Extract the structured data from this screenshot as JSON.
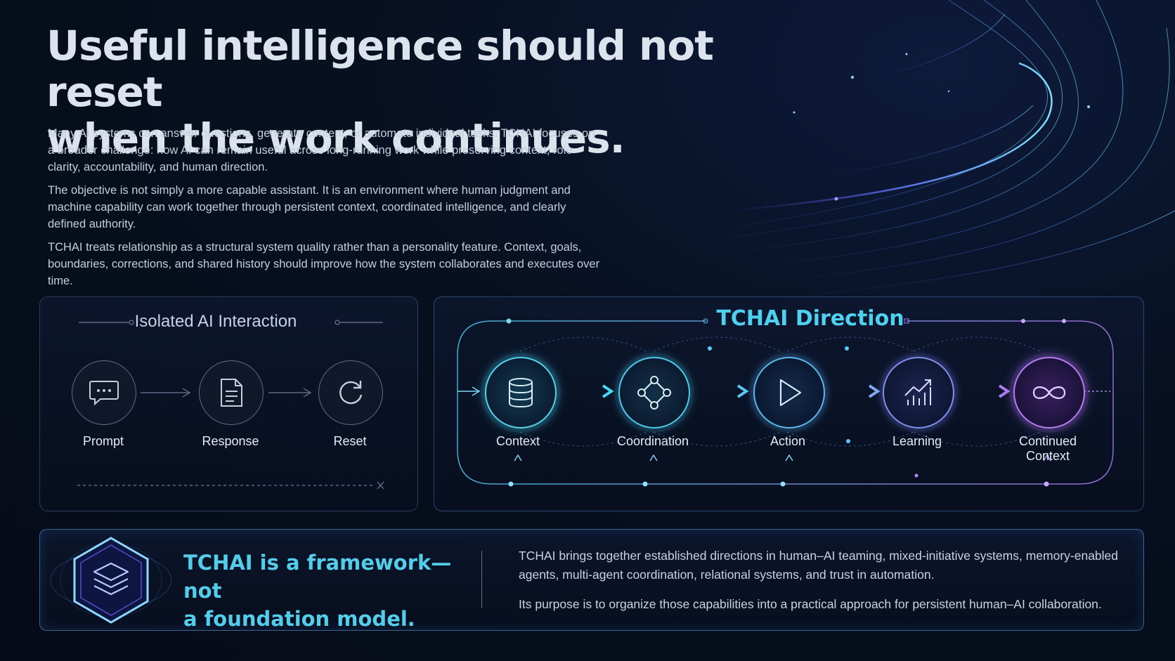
{
  "headline": {
    "line1": "Useful intelligence should not reset",
    "line2": "when the work continues."
  },
  "intro": {
    "paragraphs": [
      "Many AI systems can answer questions, generate content, or automate individual tasks. TCHAI focuses on a broader challenge: how AI can remain useful across long-running work while preserving context, role clarity, accountability, and human direction.",
      "The objective is not simply a more capable assistant. It is an environment where human judgment and machine capability can work together through persistent context, coordinated intelligence, and clearly defined authority.",
      "TCHAI treats relationship as a structural system quality rather than a personality feature. Context, goals, boundaries, corrections, and shared history should improve how the system collaborates and executes over time."
    ]
  },
  "isolated": {
    "title": "Isolated AI Interaction",
    "steps": [
      {
        "label": "Prompt",
        "icon": "chat-bubble-icon"
      },
      {
        "label": "Response",
        "icon": "document-icon"
      },
      {
        "label": "Reset",
        "icon": "refresh-icon"
      }
    ]
  },
  "tchai": {
    "title": "TCHAI Direction",
    "steps": [
      {
        "label": "Context",
        "icon": "database-icon"
      },
      {
        "label": "Coordination",
        "icon": "network-nodes-icon"
      },
      {
        "label": "Action",
        "icon": "play-icon"
      },
      {
        "label": "Learning",
        "icon": "trend-chart-icon"
      },
      {
        "label_line1": "Continued",
        "label_line2": "Context",
        "icon": "infinity-icon"
      }
    ]
  },
  "framework": {
    "heading_line1": "TCHAI is a framework—not",
    "heading_line2": "a foundation model.",
    "icon": "layers-hexagon-icon",
    "paragraphs": [
      "TCHAI brings together established directions in human–AI teaming, mixed-initiative systems, memory-enabled agents, multi-agent coordination, relational systems, and trust in automation.",
      "Its purpose is to organize those capabilities into a practical approach for persistent human–AI collaboration."
    ]
  },
  "colors": {
    "cyan": "#4fd0ef",
    "blue": "#5ab8ee",
    "violet": "#7f90ee",
    "purple": "#b77cf2",
    "background": "#050b17"
  }
}
